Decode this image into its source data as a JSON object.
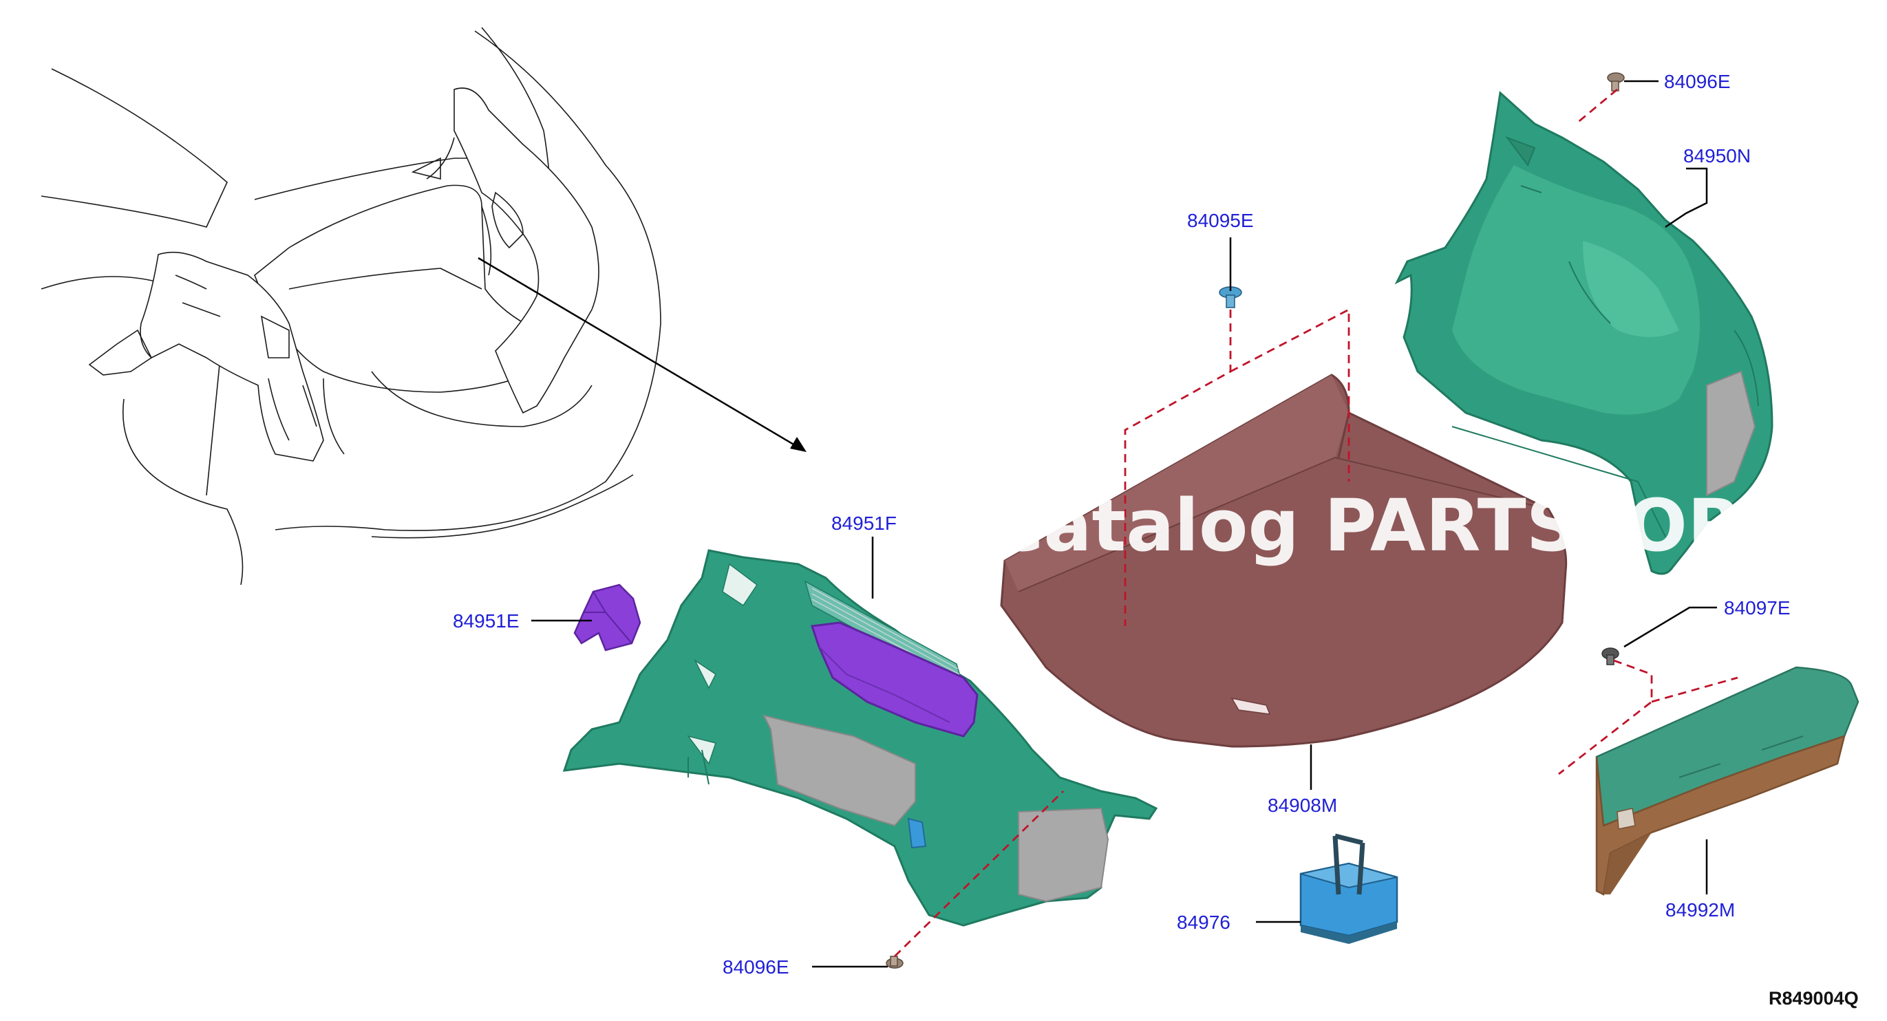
{
  "watermark": "Catalog PARTSTORE",
  "reference_code": "R849004Q",
  "labels": {
    "p84096e_top": "84096E",
    "p84950n": "84950N",
    "p84095e": "84095E",
    "p84951f": "84951F",
    "p84951e": "84951E",
    "p84097e": "84097E",
    "p84908m": "84908M",
    "p84992m": "84992M",
    "p84976": "84976",
    "p84096e_bottom": "84096E"
  },
  "colors": {
    "trim_green": "#2f9e80",
    "trim_green_dark": "#1f7a60",
    "trim_green_light": "#4fbf9c",
    "mat_brown": "#8d5757",
    "mat_brown_dark": "#6e3e3e",
    "finisher_bronze": "#9b6a45",
    "purple": "#8a3fd8",
    "gray_panel": "#a9a9a9",
    "box_blue": "#3a9ad9",
    "label_blue": "#1f1fd6",
    "dash_red": "#c0142a"
  },
  "icons": {
    "clip": "push-clip-icon",
    "bolt": "screw-bolt-icon"
  }
}
